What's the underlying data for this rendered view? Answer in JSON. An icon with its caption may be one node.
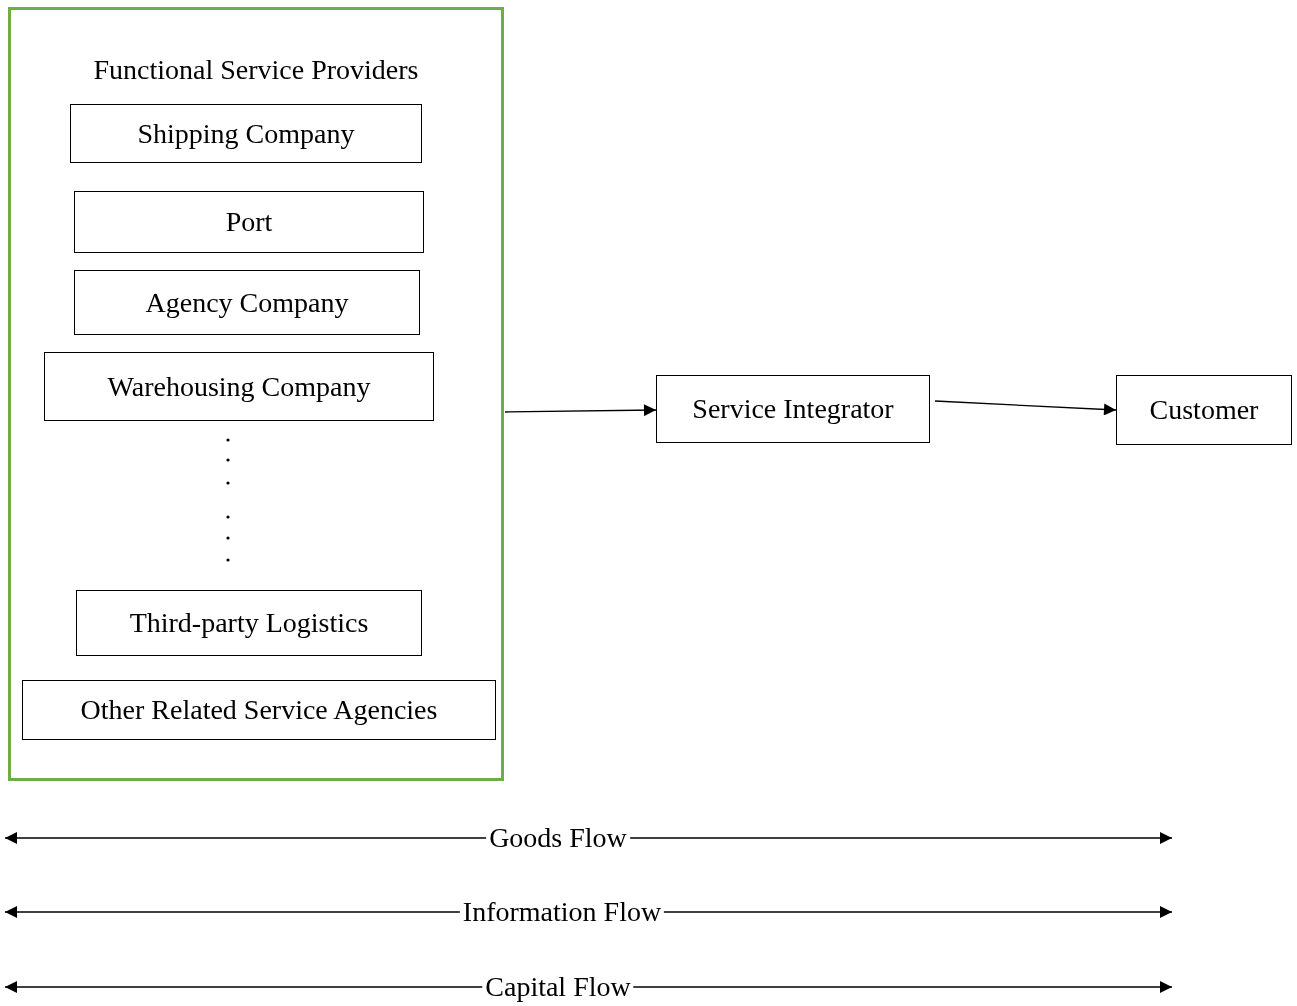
{
  "diagram": {
    "nodes": [
      {
        "text": [
          "Functional Service Providers"
        ]
      },
      {
        "text": [
          "Shipping Company"
        ],
        "in": 0
      },
      {
        "text": [
          "Port"
        ],
        "in": 0
      },
      {
        "text": [
          "Agency Company"
        ],
        "in": 0
      },
      {
        "text": [
          "Warehousing Company"
        ],
        "in": 0
      },
      {
        "text": [
          "Third-party Logistics"
        ],
        "in": 0
      },
      {
        "text": [
          "Other Related Service Agencies"
        ],
        "in": 0
      },
      {
        "text": [
          "Service Integrator"
        ]
      },
      {
        "text": [
          "Customer"
        ]
      }
    ],
    "edges": [
      {
        "from": 0,
        "to": 7,
        "arrow": "to"
      },
      {
        "from": 7,
        "to": 8,
        "arrow": "to"
      }
    ],
    "labels": [
      "Goods Flow",
      "Information Flow",
      "Capital Flow"
    ]
  }
}
